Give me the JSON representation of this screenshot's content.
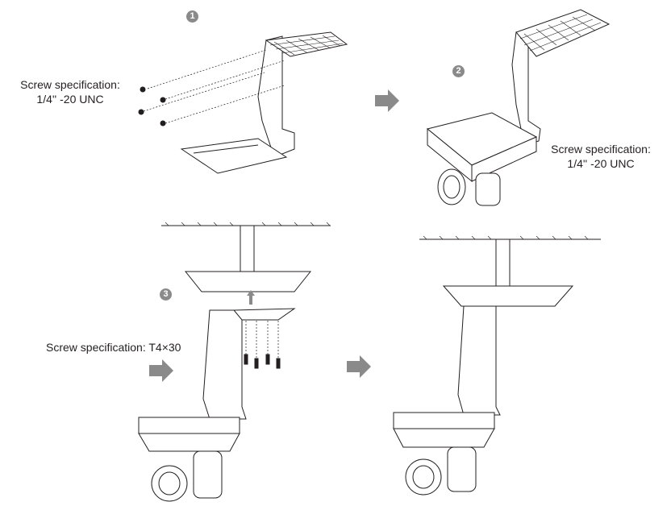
{
  "steps": [
    {
      "number": "1",
      "screw_label_line1": "Screw specification:",
      "screw_label_line2": "1/4'' -20 UNC"
    },
    {
      "number": "2",
      "screw_label_line1": "Screw specification:",
      "screw_label_line2": "1/4'' -20 UNC"
    },
    {
      "number": "3",
      "screw_label": "Screw specification: T4×30"
    }
  ],
  "colors": {
    "line": "#231f20",
    "arrow": "#8a8a8a",
    "badge": "#8a8a8a"
  }
}
